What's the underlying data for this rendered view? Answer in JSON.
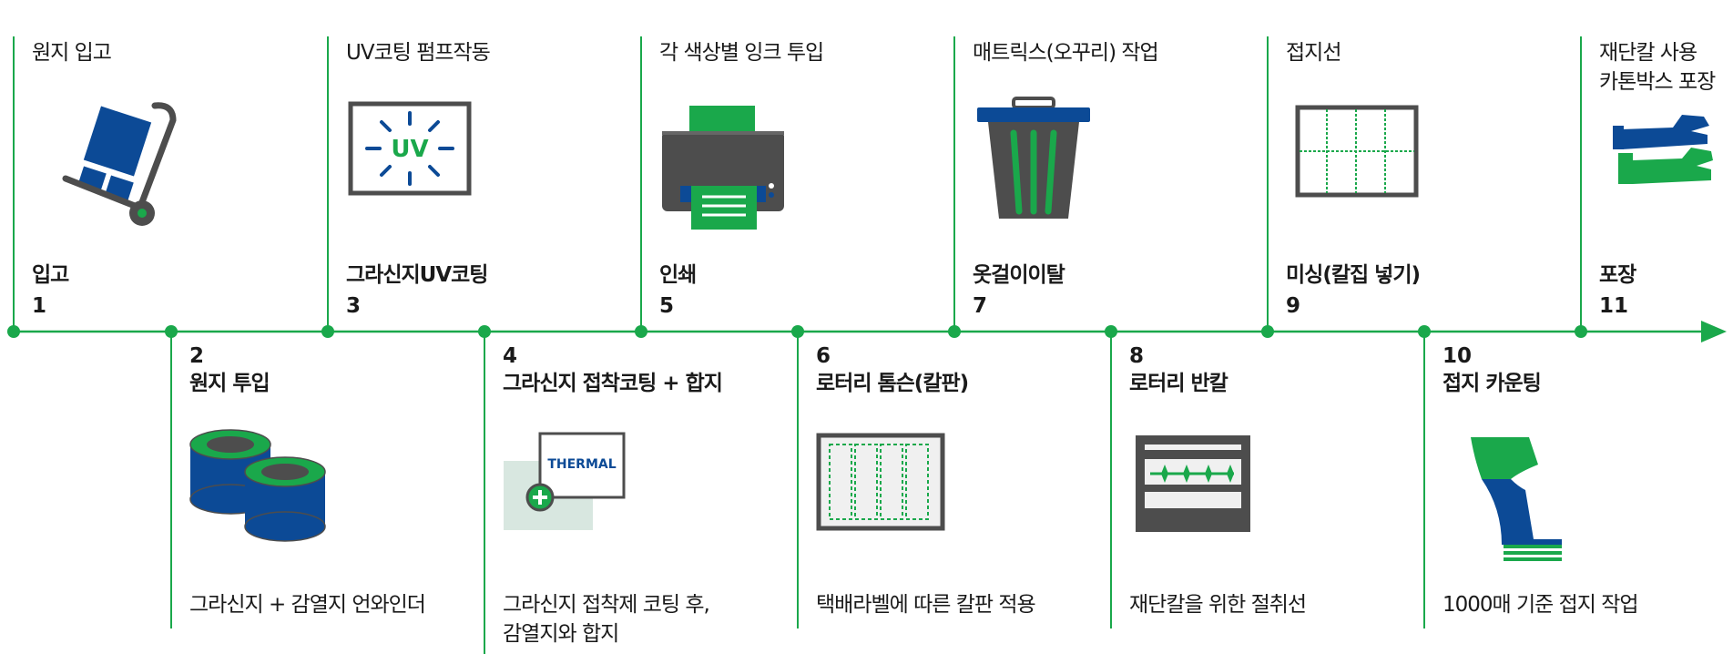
{
  "colors": {
    "green": "#1aa84b",
    "blue": "#0c4a96",
    "gray": "#4d4d4d",
    "light_gray": "#f0f0f0"
  },
  "steps": [
    {
      "number": "1",
      "title": "입고",
      "description_lines": [
        "원지 입고"
      ],
      "icon": "hand-truck-icon"
    },
    {
      "number": "2",
      "title": "원지 투입",
      "description_lines": [
        "그라신지 + 감열지 언와인더"
      ],
      "icon": "paper-rolls-icon"
    },
    {
      "number": "3",
      "title": "그라신지UV코팅",
      "description_lines": [
        "UV코팅 펌프작동"
      ],
      "icon": "uv-lamp-icon",
      "icon_text": "UV"
    },
    {
      "number": "4",
      "title": "그라신지 접착코팅 + 합지",
      "description_lines": [
        "그라신지 접착제 코팅 후,",
        "감열지와 합지"
      ],
      "icon": "laminate-icon",
      "icon_text": "THERMAL"
    },
    {
      "number": "5",
      "title": "인쇄",
      "description_lines": [
        "각 색상별  잉크 투입"
      ],
      "icon": "printer-icon"
    },
    {
      "number": "6",
      "title": "로터리 톰슨(칼판)",
      "description_lines": [
        "택배라벨에 따른 칼판 적용"
      ],
      "icon": "die-board-icon"
    },
    {
      "number": "7",
      "title": "옷걸이이탈",
      "description_lines": [
        "매트릭스(오꾸리) 작업"
      ],
      "icon": "waste-bin-icon"
    },
    {
      "number": "8",
      "title": "로터리 반칼",
      "description_lines": [
        "재단칼을 위한 절취선"
      ],
      "icon": "half-cut-icon"
    },
    {
      "number": "9",
      "title": "미싱(칼집 넣기)",
      "description_lines": [
        "접지선"
      ],
      "icon": "perforation-grid-icon"
    },
    {
      "number": "10",
      "title": "접지 카운팅",
      "description_lines": [
        "1000매 기준 접지 작업"
      ],
      "icon": "fanfold-icon"
    },
    {
      "number": "11",
      "title": "포장",
      "description_lines": [
        "재단칼  사용",
        "카톤박스 포장"
      ],
      "icon": "handshake-icon"
    }
  ]
}
